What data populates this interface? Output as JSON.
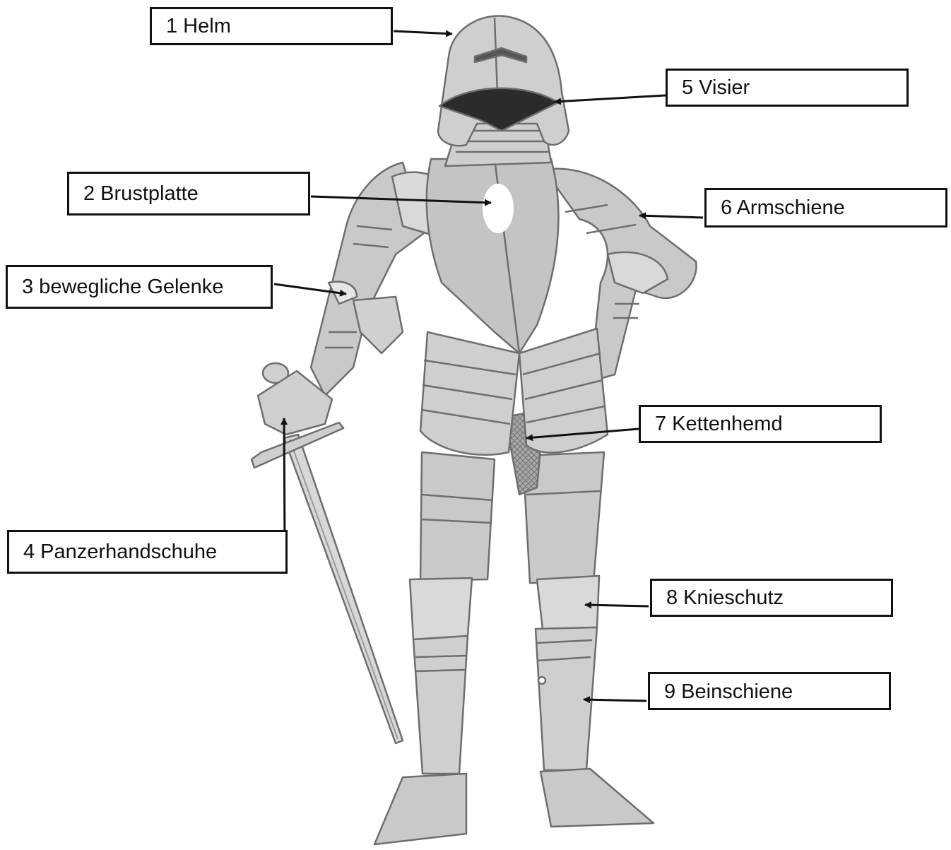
{
  "labels": [
    {
      "number": "1",
      "name": "Helm",
      "text": "1 Helm"
    },
    {
      "number": "2",
      "name": "Brustplatte",
      "text": "2 Brustplatte"
    },
    {
      "number": "3",
      "name": "bewegliche Gelenke",
      "text": "3 bewegliche Gelenke"
    },
    {
      "number": "4",
      "name": "Panzerhandschuhe",
      "text": "4 Panzerhandschuhe"
    },
    {
      "number": "5",
      "name": "Visier",
      "text": "5 Visier"
    },
    {
      "number": "6",
      "name": "Armschiene",
      "text": "6 Armschiene"
    },
    {
      "number": "7",
      "name": "Kettenhemd",
      "text": "7 Kettenhemd"
    },
    {
      "number": "8",
      "name": "Knieschutz",
      "text": "8 Knieschutz"
    },
    {
      "number": "9",
      "name": "Beinschiene",
      "text": "9 Beinschiene"
    }
  ],
  "illustration": {
    "subject": "knight-in-plate-armor-with-sword",
    "colors": {
      "armor": "#c9c9c9",
      "armor_light": "#e6e6e6",
      "armor_dark": "#9a9a9a",
      "outline": "#6e6e6e",
      "visor": "#2b2b2b",
      "chainmail": "#8f8f8f",
      "label_border": "#111111",
      "arrow": "#111111"
    }
  }
}
